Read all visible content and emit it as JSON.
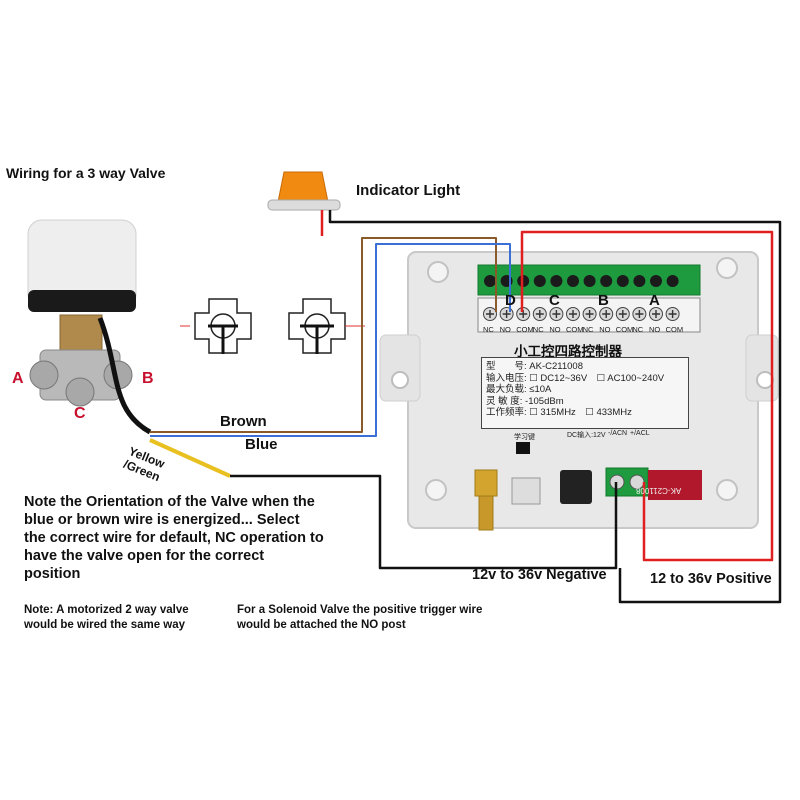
{
  "title": "Wiring for a 3 way Valve",
  "indicator_label": "Indicator Light",
  "ports": {
    "a": "A",
    "b": "B",
    "c": "C"
  },
  "wires": {
    "brown": "Brown",
    "blue": "Blue",
    "yellow_green": "Yellow\n/Green"
  },
  "note_main": "Note the Orientation of the Valve when the blue or brown wire is energized... Select the correct wire for default, NC operation to have the valve open for the correct position",
  "note_motorized": "Note: A motorized 2 way valve would be wired the same way",
  "note_solenoid": "For a Solenoid Valve the positive trigger wire would be attached the NO post",
  "negative_label": "12v to 36v Negative",
  "positive_label": "12 to 36v Positive",
  "board": {
    "channels": [
      "D",
      "C",
      "B",
      "A"
    ],
    "terminals": [
      "NC",
      "NO",
      "COM",
      "NC",
      "NO",
      "COM",
      "NC",
      "NO",
      "COM",
      "NC",
      "NO",
      "COM"
    ],
    "model_title": "小工控四路控制器",
    "spec_rows": [
      "型　　号: AK-C211008",
      "输入电压: ☐ DC12~36V　☐ AC100~240V",
      "最大负载: ≤10A",
      "灵 敏 度: -105dBm",
      "工作频率: ☐ 315MHz　☐ 433MHz"
    ],
    "learn_button_label": "学习键",
    "dc_input_label": "DC输入:12V",
    "acn_label": "-/ACN",
    "acl_label": "+/ACL",
    "pcb_text": "AK-C211008"
  },
  "colors": {
    "brown_wire": "#8b5a2b",
    "blue_wire": "#3a6fd8",
    "red_wire": "#e02020",
    "black_wire": "#111111",
    "yellow_wire": "#e8c020",
    "green_terminal": "#1a9a3a",
    "enclosure": "#e9e9e9",
    "indicator": "#f08a10",
    "port_label": "#c8102e"
  },
  "icons": [
    "motorized-valve-icon",
    "indicator-light-icon",
    "valve-flow-diagram-icon",
    "antenna-icon",
    "terminal-screw-icon"
  ]
}
